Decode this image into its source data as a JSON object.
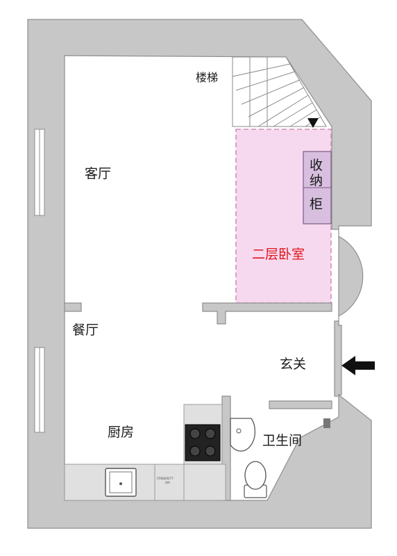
{
  "rooms": {
    "living": "客厅",
    "dining": "餐厅",
    "kitchen": "厨房",
    "bathroom": "卫生间",
    "entrance": "玄关",
    "stairs": "楼梯",
    "bedroom2": "二层卧室"
  },
  "storage": [
    "收",
    "纳",
    "柜"
  ],
  "appliance_label": [
    "FÖRBERETT",
    "DM"
  ],
  "colors": {
    "wall": "#c7c7c7",
    "bedroom_fill": "#f7d9ef",
    "storage_fill": "#d8bfe0",
    "highlight_text": "#e0161b"
  }
}
